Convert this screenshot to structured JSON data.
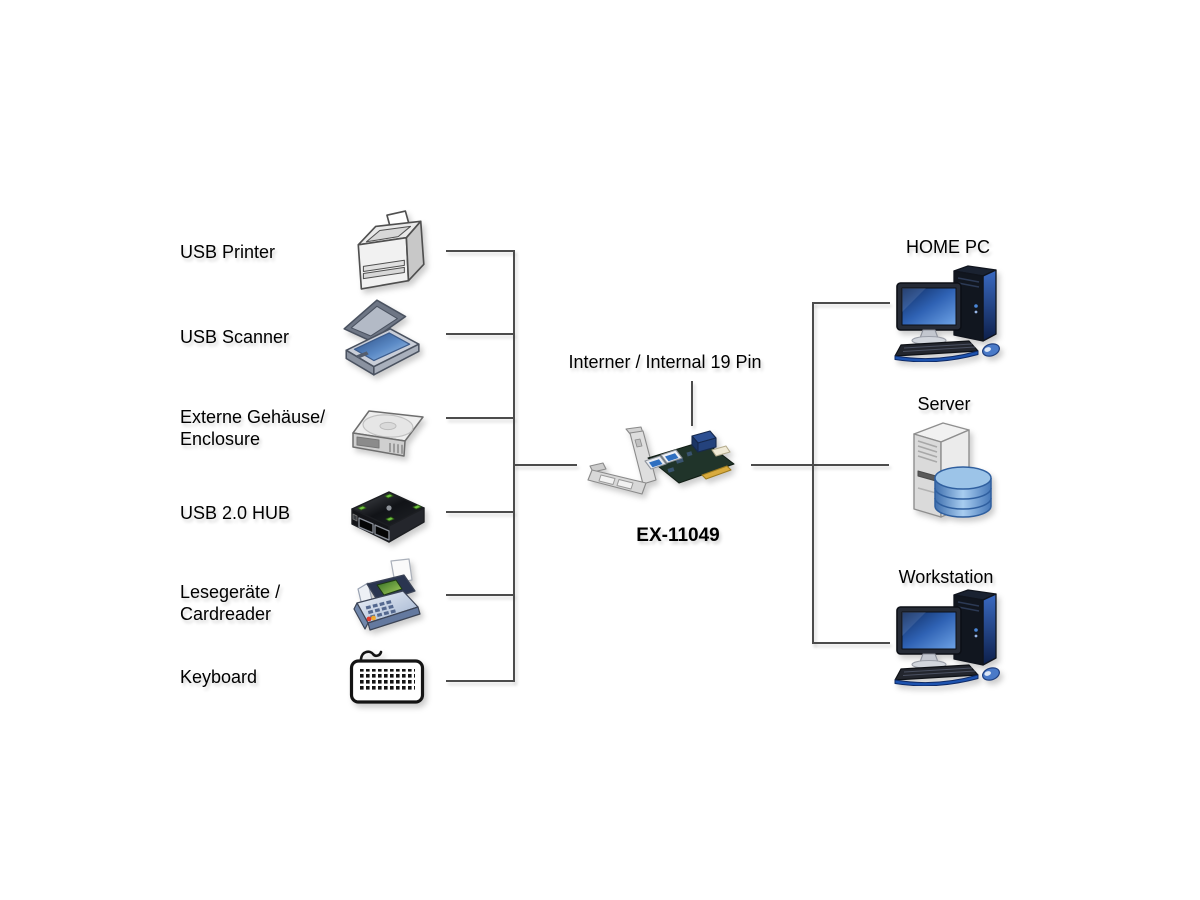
{
  "diagram": {
    "devices": [
      {
        "label": "USB Printer"
      },
      {
        "label": "USB Scanner"
      },
      {
        "label": "Externe Gehäuse/",
        "label2": "Enclosure"
      },
      {
        "label": "USB 2.0 HUB"
      },
      {
        "label": "Lesegeräte /",
        "label2": "Cardreader"
      },
      {
        "label": "Keyboard"
      }
    ],
    "adapter": {
      "connector_label": "Interner / Internal 19 Pin",
      "model": "EX-11049"
    },
    "hosts": [
      {
        "label": "HOME PC"
      },
      {
        "label": "Server"
      },
      {
        "label": "Workstation"
      }
    ],
    "icons": {
      "device_icons": [
        "printer-icon",
        "scanner-icon",
        "external-enclosure-icon",
        "usb-hub-icon",
        "cardreader-icon",
        "keyboard-icon"
      ],
      "adapter_icon": "pcie-usb3-card-icon",
      "host_icons": [
        "desktop-pc-icon",
        "server-icon",
        "desktop-pc-icon"
      ]
    },
    "colors": {
      "background": "#ffffff",
      "line": "#4c4c4c",
      "text": "#000000",
      "accent_blue": "#2f6fc0",
      "led_green": "#6fc13f"
    }
  }
}
